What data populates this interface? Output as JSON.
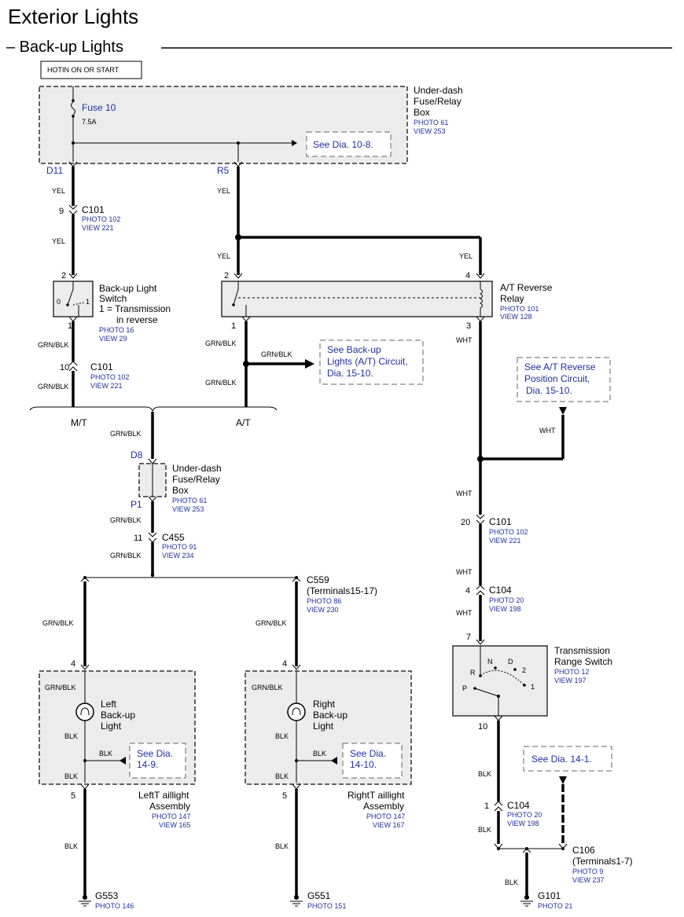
{
  "title": "Exterior Lights",
  "subtitle": "– Back-up Lights",
  "power_label": "HOTIN ON OR START",
  "fuse_box_top": {
    "name_l1": "Under-dash",
    "name_l2": "Fuse/Relay",
    "name_l3": "Box",
    "photo": "PHOTO 61",
    "view": "VIEW 253",
    "fuse_name": "Fuse 10",
    "fuse_rating": "7.5A",
    "ref": "See Dia. 10-8.",
    "pin_left": "D11",
    "pin_right": "R5"
  },
  "wire_labels": {
    "yel": "YEL",
    "grn_blk": "GRN/BLK",
    "wht": "WHT",
    "blk": "BLK"
  },
  "c101": {
    "name": "C101",
    "photo": "PHOTO 102",
    "view": "VIEW 221",
    "pin_top": "9",
    "pin_mid": "10",
    "pin_wht": "20"
  },
  "backup_switch": {
    "l1": "Back-up Light",
    "l2": "Switch",
    "l3": "1 = Transmission",
    "l4": "in reverse",
    "photo": "PHOTO 16",
    "view": "VIEW 29",
    "pin_in": "2",
    "pin_out": "1",
    "pos0": "0",
    "pos1": "1"
  },
  "reverse_relay": {
    "l1": "A/T Reverse",
    "l2": "Relay",
    "photo": "PHOTO 101",
    "view": "VIEW 128",
    "pin_tl": "2",
    "pin_tr": "4",
    "pin_bl": "1",
    "pin_br": "3"
  },
  "ref_backup_at": {
    "l1": "See Back-up",
    "l2": "Lights (A/T) Circuit,",
    "l3": "Dia. 15-10."
  },
  "ref_at_reverse": {
    "l1": "See A/T Reverse",
    "l2": "Position Circuit,",
    "l3": "Dia. 15-10."
  },
  "bus": {
    "mt": "M/T",
    "at": "A/T"
  },
  "fuse_box_mid": {
    "l1": "Under-dash",
    "l2": "Fuse/Relay",
    "l3": "Box",
    "photo": "PHOTO 61",
    "view": "VIEW 253",
    "pin_top": "D8",
    "pin_bot": "P1"
  },
  "c455": {
    "name": "C455",
    "photo": "PHOTO 91",
    "view": "VIEW 234",
    "pin": "11"
  },
  "c559": {
    "name": "C559",
    "terminals": "(Terminals15-17)",
    "photo": "PHOTO 86",
    "view": "VIEW 230"
  },
  "left_assy": {
    "pin_top": "4",
    "pin_bot": "5",
    "light_l1": "Left",
    "light_l2": "Back-up",
    "light_l3": "Light",
    "ref_l1": "See Dia.",
    "ref_l2": "14-9.",
    "name_l1": "LeftT aillight",
    "name_l2": "Assembly",
    "photo": "PHOTO 147",
    "view": "VIEW 165"
  },
  "right_assy": {
    "pin_top": "4",
    "pin_bot": "5",
    "light_l1": "Right",
    "light_l2": "Back-up",
    "light_l3": "Light",
    "ref_l1": "See Dia.",
    "ref_l2": "14-10.",
    "name_l1": "RightT aillight",
    "name_l2": "Assembly",
    "photo": "PHOTO 147",
    "view": "VIEW 167"
  },
  "g553": {
    "name": "G553",
    "photo": "PHOTO 146"
  },
  "g551": {
    "name": "G551",
    "photo": "PHOTO 151"
  },
  "c104": {
    "name": "C104",
    "photo": "PHOTO 20",
    "view": "VIEW 198",
    "pin_upper": "4",
    "pin_lower": "1"
  },
  "range_switch": {
    "l1": "Transmission",
    "l2": "Range Switch",
    "photo": "PHOTO 12",
    "view": "VIEW 197",
    "pin_top": "7",
    "pin_bot": "10",
    "pos_p": "P",
    "pos_r": "R",
    "pos_n": "N",
    "pos_d": "D",
    "pos_2": "2",
    "pos_1": "1"
  },
  "ref_14_1": "See Dia. 14-1.",
  "c106": {
    "name": "C106",
    "terminals": "(Terminals1-7)",
    "photo": "PHOTO 9",
    "view": "VIEW 237"
  },
  "g101": {
    "name": "G101",
    "photo": "PHOTO 21"
  }
}
